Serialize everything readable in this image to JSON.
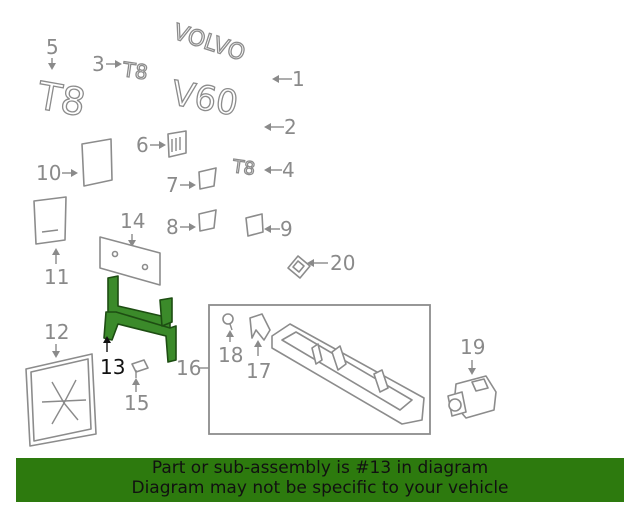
{
  "diagram": {
    "callouts": {
      "c1": "1",
      "c2": "2",
      "c3": "3",
      "c4": "4",
      "c5": "5",
      "c6": "6",
      "c7": "7",
      "c8": "8",
      "c9": "9",
      "c10": "10",
      "c11": "11",
      "c12": "12",
      "c13": "13",
      "c14": "14",
      "c15": "15",
      "c16": "16",
      "c17": "17",
      "c18": "18",
      "c19": "19",
      "c20": "20"
    },
    "badges": {
      "volvo": "VOLVO",
      "v60": "V60",
      "t8_large": "T8",
      "t8_small": "T8",
      "t8_right": "T8"
    },
    "highlighted_part": "13",
    "highlight_color": "#3b8a2a"
  },
  "banner": {
    "line1": "Part or sub-assembly is #13 in diagram",
    "line2": "Diagram may not be specific to your vehicle",
    "background": "#2d7a0e"
  }
}
